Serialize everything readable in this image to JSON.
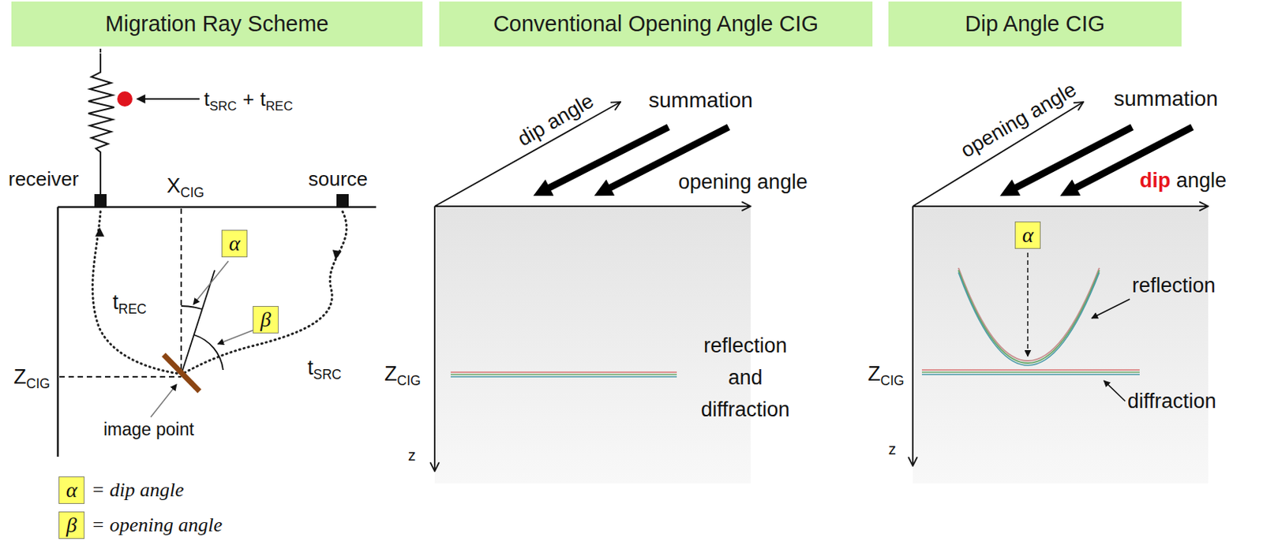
{
  "diagram": {
    "nodes": [
      {
        "text": [
          "Migration Ray Scheme"
        ]
      },
      {
        "text": [
          "Conventional Opening Angle CIG"
        ]
      },
      {
        "text": [
          "Dip Angle CIG"
        ]
      },
      {
        "text": [
          "α"
        ]
      },
      {
        "text": [
          "β"
        ]
      },
      {
        "text": [
          "α"
        ]
      },
      {
        "text": [
          "β"
        ]
      },
      {
        "text": [
          "α"
        ]
      }
    ],
    "labels": [
      "t",
      "SRC",
      "+",
      "t",
      "REC",
      "receiver",
      "X",
      "CIG",
      "source",
      "t",
      "REC",
      "t",
      "SRC",
      "Z",
      "CIG",
      "image point",
      "= dip angle",
      "= opening angle",
      "dip angle",
      "summation",
      "opening angle",
      "reflection and diffraction",
      "Z",
      "CIG",
      "z",
      "opening angle",
      "summation",
      "dip",
      "angle",
      "reflection",
      "diffraction",
      "Z",
      "CIG",
      "z"
    ]
  }
}
